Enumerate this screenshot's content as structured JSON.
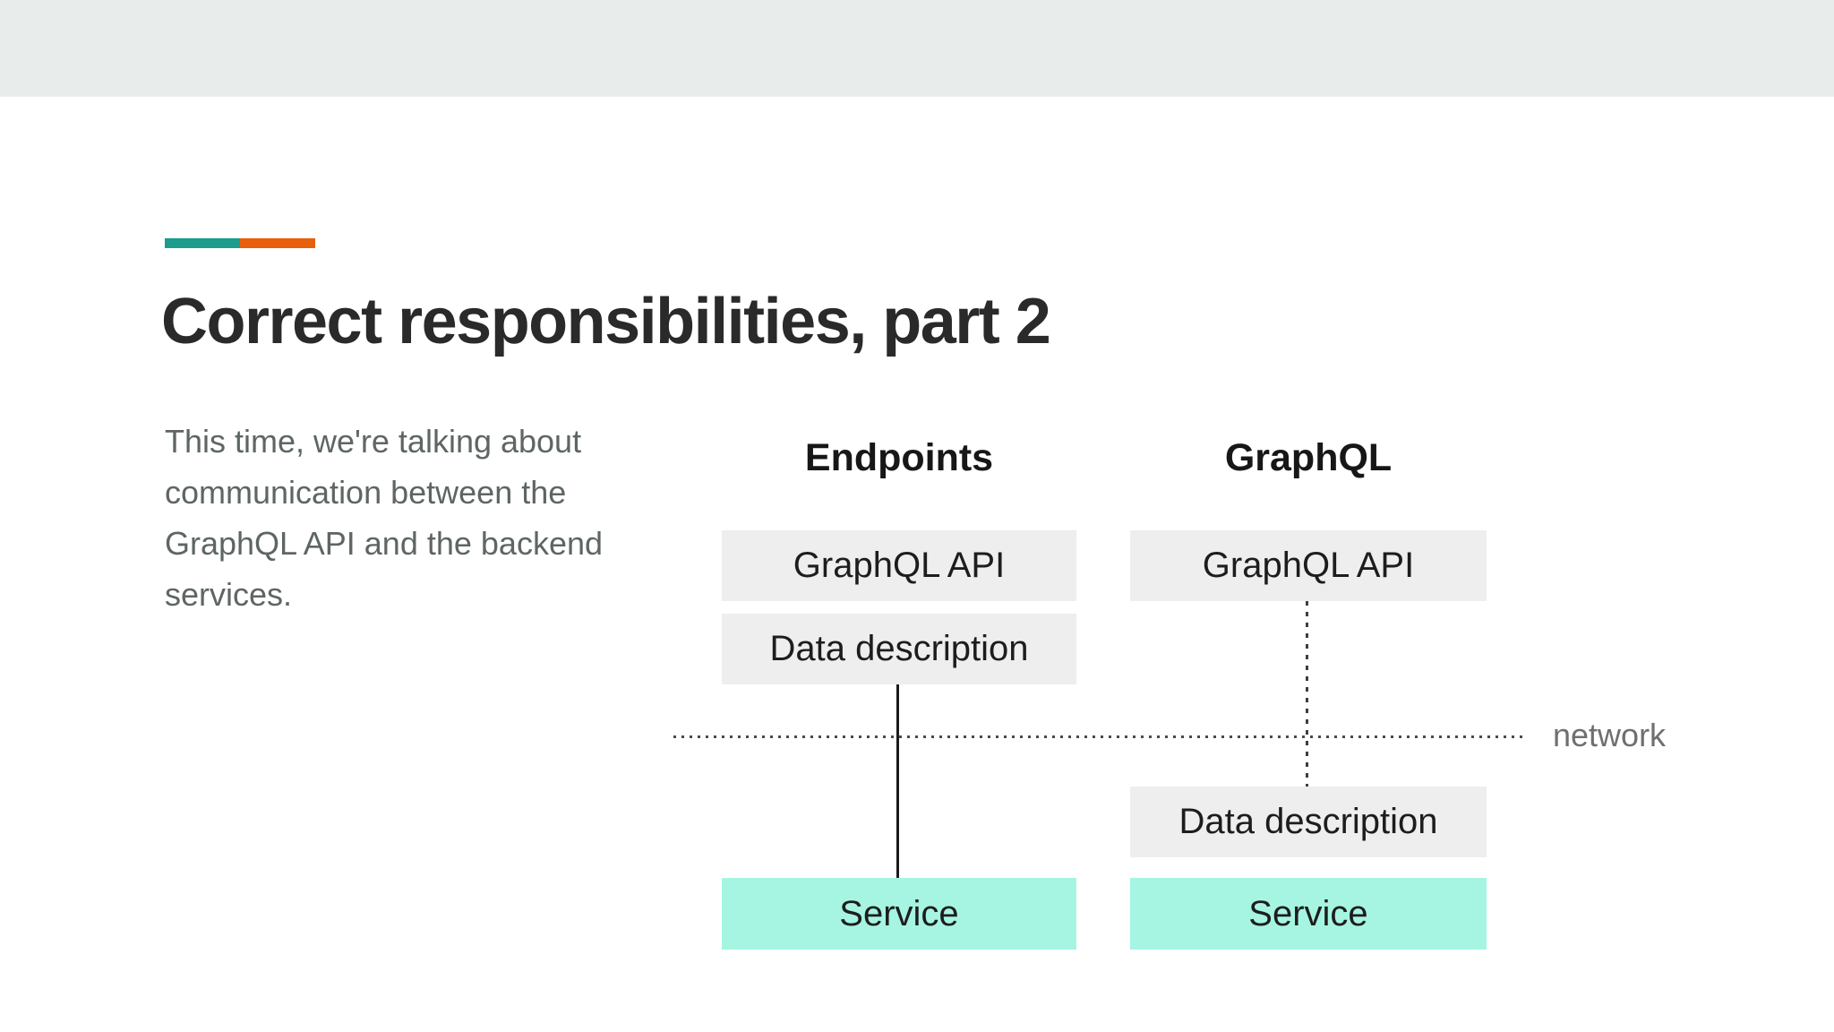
{
  "slide": {
    "title": "Correct responsibilities, part 2",
    "intro_text": "This time, we're talking about\ncommunication between the\nGraphQL API and the backend\nservices."
  },
  "diagram": {
    "endpoints_column": {
      "heading": "Endpoints",
      "api_box": "GraphQL API",
      "data_description_box": "Data description",
      "service_box": "Service"
    },
    "graphql_column": {
      "heading": "GraphQL",
      "api_box": "GraphQL API",
      "data_description_box": "Data description",
      "service_box": "Service"
    },
    "network_label": "network"
  },
  "colors": {
    "top_bar": "#e8edeb",
    "accent_teal": "#1b9c8c",
    "accent_orange": "#e85f0e",
    "box_gray": "#eeeeee",
    "service_mint": "#a6f5e2",
    "title_text": "#2a2a2a",
    "intro_text": "#5e6663",
    "network_label_text": "#6f6f6f"
  }
}
